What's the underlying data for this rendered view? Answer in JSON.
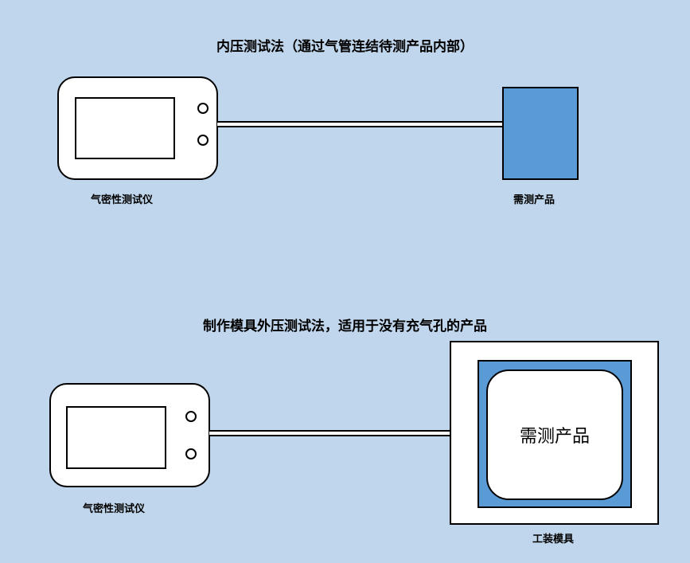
{
  "diagram_top": {
    "title": "内压测试法（通过气管连结待测产品内部）",
    "tester_label": "气密性测试仪",
    "product_label": "需测产品"
  },
  "diagram_bottom": {
    "title": "制作模具外压测试法，适用于没有充气孔的产品",
    "tester_label": "气密性测试仪",
    "product_text": "需测产品",
    "fixture_label": "工装模具"
  },
  "colors": {
    "background": "#c0d6ec",
    "product_fill": "#5b9bd5"
  }
}
